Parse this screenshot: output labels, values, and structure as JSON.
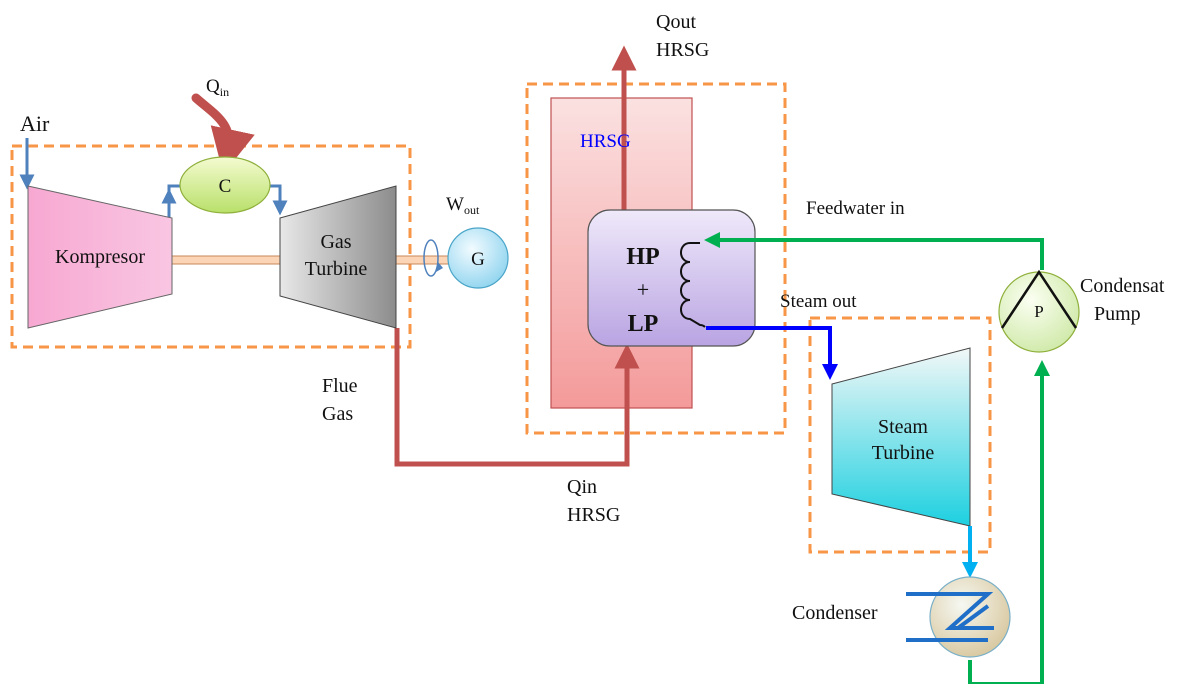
{
  "labels": {
    "air": "Air",
    "q_in": "Q",
    "q_in_sub": "in",
    "combustor": "C",
    "compressor": "Kompresor",
    "gas_turbine_line1": "Gas",
    "gas_turbine_line2": "Turbine",
    "w_out": "W",
    "w_out_sub": "out",
    "generator": "G",
    "flue_gas_line1": "Flue",
    "flue_gas_line2": "Gas",
    "q_out_line1": "Qout",
    "q_out_line2": "HRSG",
    "hrsg": "HRSG",
    "hp": "HP",
    "plus": "+",
    "lp": "LP",
    "feedwater_in": "Feedwater in",
    "steam_out": "Steam out",
    "steam_turbine_line1": "Steam",
    "steam_turbine_line2": "Turbine",
    "pump": "P",
    "pump_label_line1": "Condensat",
    "pump_label_line2": "Pump",
    "condenser": "Condenser",
    "q_in_hrsg_line1": "Qin",
    "q_in_hrsg_line2": "HRSG"
  },
  "colors": {
    "gas_flow": "#c0504d",
    "air_flow": "#4f81bd",
    "steam_flow": "#0000ff",
    "condensate_flow": "#00b0f0",
    "feedwater_flow": "#00b050",
    "boundary": "#f79646",
    "hrsg_text": "#0000ff"
  }
}
